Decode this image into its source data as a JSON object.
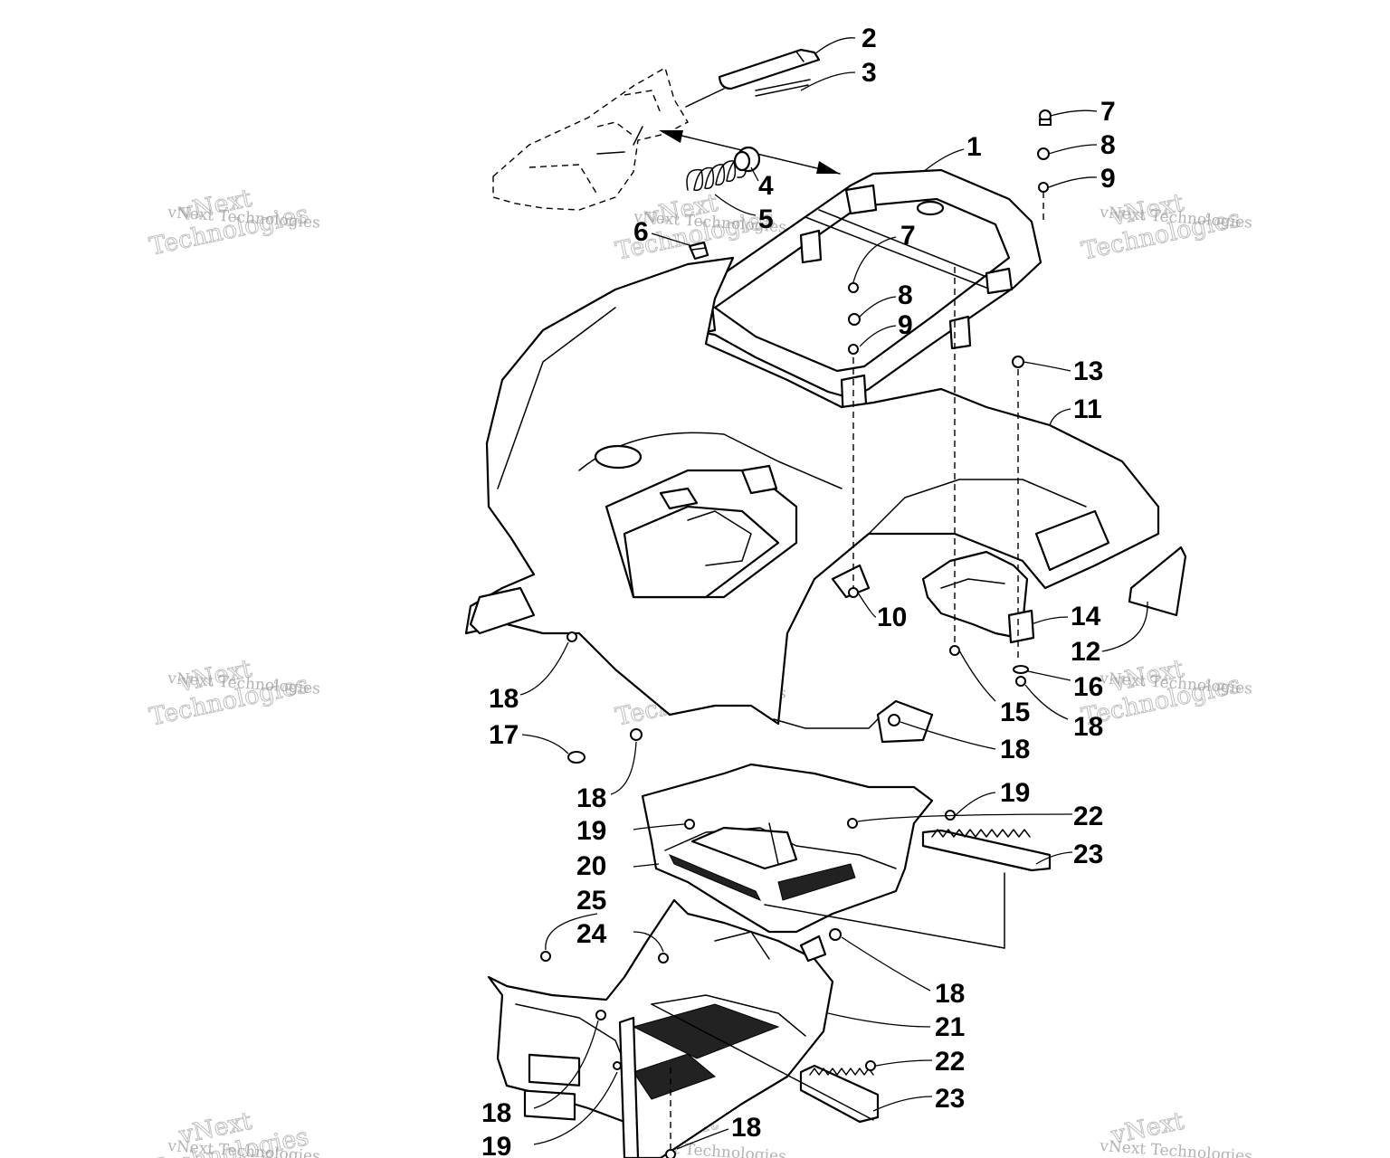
{
  "watermark": {
    "text_small": "vNext Technologies",
    "text_large_1": "vNext",
    "text_large_2": "Technologies"
  },
  "callouts": [
    {
      "id": "c2",
      "label": "2"
    },
    {
      "id": "c3",
      "label": "3"
    },
    {
      "id": "c4",
      "label": "4"
    },
    {
      "id": "c5",
      "label": "5"
    },
    {
      "id": "c6",
      "label": "6"
    },
    {
      "id": "c1",
      "label": "1"
    },
    {
      "id": "c7a",
      "label": "7"
    },
    {
      "id": "c8a",
      "label": "8"
    },
    {
      "id": "c9a",
      "label": "9"
    },
    {
      "id": "c7b",
      "label": "7"
    },
    {
      "id": "c8b",
      "label": "8"
    },
    {
      "id": "c9b",
      "label": "9"
    },
    {
      "id": "c13",
      "label": "13"
    },
    {
      "id": "c11",
      "label": "11"
    },
    {
      "id": "c10",
      "label": "10"
    },
    {
      "id": "c14",
      "label": "14"
    },
    {
      "id": "c12",
      "label": "12"
    },
    {
      "id": "c15",
      "label": "15"
    },
    {
      "id": "c16",
      "label": "16"
    },
    {
      "id": "c18a",
      "label": "18"
    },
    {
      "id": "c18b",
      "label": "18"
    },
    {
      "id": "c17",
      "label": "17"
    },
    {
      "id": "c18c",
      "label": "18"
    },
    {
      "id": "c18d",
      "label": "18"
    },
    {
      "id": "c19a",
      "label": "19"
    },
    {
      "id": "c19b",
      "label": "19"
    },
    {
      "id": "c22a",
      "label": "22"
    },
    {
      "id": "c23a",
      "label": "23"
    },
    {
      "id": "c20",
      "label": "20"
    },
    {
      "id": "c25",
      "label": "25"
    },
    {
      "id": "c24",
      "label": "24"
    },
    {
      "id": "c18e",
      "label": "18"
    },
    {
      "id": "c21",
      "label": "21"
    },
    {
      "id": "c22b",
      "label": "22"
    },
    {
      "id": "c23b",
      "label": "23"
    },
    {
      "id": "c18f",
      "label": "18"
    },
    {
      "id": "c18g",
      "label": "18"
    },
    {
      "id": "c19c",
      "label": "19"
    }
  ]
}
